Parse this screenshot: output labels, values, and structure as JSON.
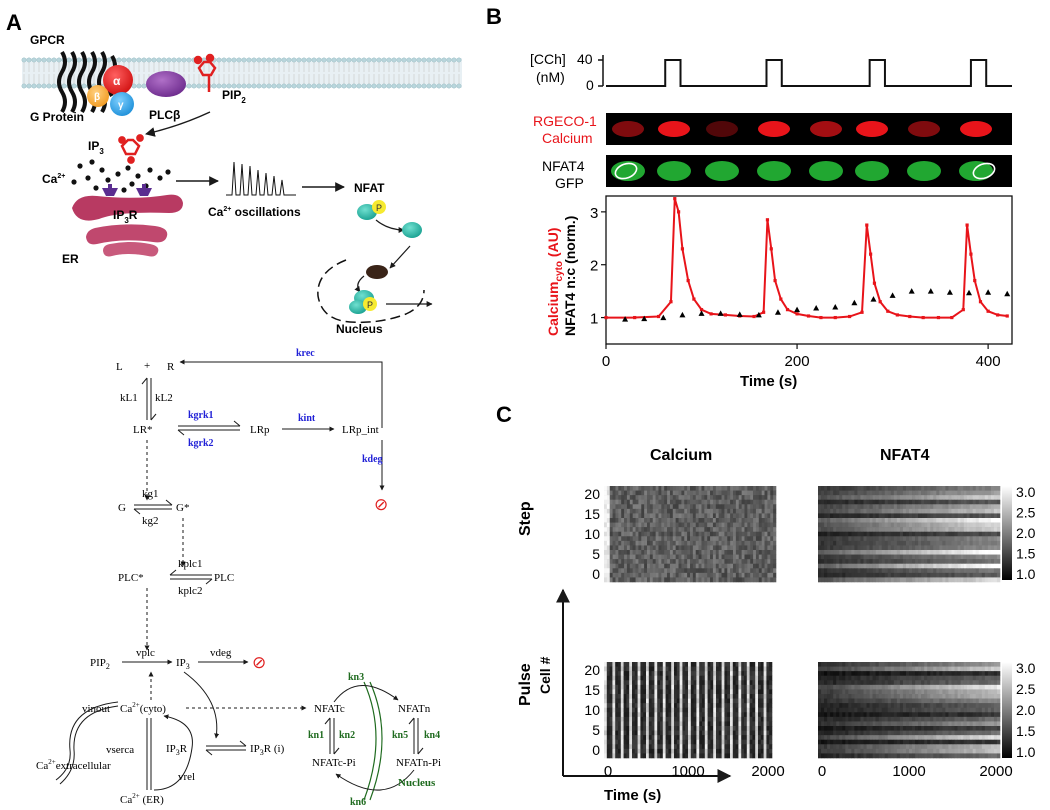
{
  "panels": {
    "a": "A",
    "b": "B",
    "c": "C"
  },
  "cartoon": {
    "gpcr": "GPCR",
    "alpha": "α",
    "beta": "β",
    "gamma": "γ",
    "g_protein": "G Protein",
    "plc": "PLCβ",
    "pip": "PIP",
    "pip_sub": "2",
    "ip": "IP",
    "ip_sub": "3",
    "ca": "Ca",
    "ca_sup": "2+",
    "ip3r": "IP",
    "ip3r_sub": "3",
    "ip3r_r": "R",
    "er": "ER",
    "osc": "Ca",
    "osc_sup": "2+",
    "osc_rest": " oscillations",
    "nfat": "NFAT",
    "p": "P",
    "nucleus": "Nucleus"
  },
  "network": {
    "colors": {
      "black": "#1a1a1a",
      "blue": "#1f1fd6",
      "green": "#1f6b1f",
      "red": "#e02020"
    },
    "nodes": {
      "l": "L",
      "plus": "+",
      "r": "R",
      "lr_star": "LR*",
      "lrp": "LRp",
      "lrp_int": "LRp_int",
      "g": "G",
      "g_star": "G*",
      "plc_star": "PLC*",
      "plc": "PLC",
      "pip2": "PIP",
      "pip2_sub": "2",
      "ip3": "IP",
      "ip3_sub": "3",
      "ca_cyto_pre": "Ca",
      "ca_cyto_sup": "2+",
      "ca_cyto_post": "(cyto)",
      "ca_ext_pre": "Ca",
      "ca_ext_sup": "2+",
      "ca_ext_post": "extracellular",
      "ca_er_pre": "Ca",
      "ca_er_sup": "2+",
      "ca_er_post": " (ER)",
      "ip3r": "IP",
      "ip3r_sub": "3",
      "ip3r_post": "R",
      "ip3ri": "IP",
      "ip3ri_sub": "3",
      "ip3ri_post": "R (i)",
      "nfatc": "NFATc",
      "nfatn": "NFATn",
      "nfatc_pi": "NFATc-Pi",
      "nfatn_pi": "NFATn-Pi",
      "null": "⊘",
      "nucleus": "Nucleus"
    },
    "rates": {
      "krec": "krec",
      "kl1": "kL1",
      "kl2": "kL2",
      "kgrk1": "kgrk1",
      "kgrk2": "kgrk2",
      "kint": "kint",
      "kdeg": "kdeg",
      "kg1": "kg1",
      "kg2": "kg2",
      "kplc1": "kplc1",
      "kplc2": "kplc2",
      "vplc": "vplc",
      "vdeg": "vdeg",
      "vinout": "vinout",
      "vserca": "vserca",
      "vrel": "vrel",
      "kn1": "kn1",
      "kn2": "kn2",
      "kn3": "kn3",
      "kn4": "kn4",
      "kn5": "kn5",
      "kn6": "kn6"
    }
  },
  "panel_b": {
    "cch_label": "[CCh]",
    "cch_unit": "(nM)",
    "cch_ticks": [
      "40",
      "0"
    ],
    "rgeco_label": "RGECO-1",
    "rgeco_label2": "Calcium",
    "nfat_label": "NFAT4",
    "nfat_label2": "GFP",
    "ylabel_red_pre": "Calcium",
    "ylabel_red_sub": "cyto",
    "ylabel_red_post": " (AU)",
    "ylabel_black": "NFAT4 n:c (norm.)",
    "xlabel": "Time (s)"
  },
  "panel_c": {
    "col_calcium": "Calcium",
    "col_nfat": "NFAT4",
    "row_step": "Step",
    "row_pulse": "Pulse",
    "cell_axis": "Cell #",
    "time_axis": "Time (s)",
    "y_ticks": [
      "20",
      "15",
      "10",
      "5",
      "0"
    ],
    "x_ticks": [
      "0",
      "1000",
      "2000"
    ],
    "colorbar_ticks": [
      "3.0",
      "2.5",
      "2.0",
      "1.5",
      "1.0"
    ]
  },
  "chart_data": [
    {
      "type": "line",
      "xlabel": "Time (s)",
      "xlim": [
        0,
        425
      ],
      "x_ticks": [
        0,
        200,
        400
      ],
      "ylim": [
        0.5,
        3.3
      ],
      "y_ticks": [
        1,
        2,
        3
      ],
      "pulses": [
        [
          62,
          78
        ],
        [
          168,
          184
        ],
        [
          276,
          292
        ],
        [
          382,
          398
        ]
      ],
      "pulse_level": 40,
      "series": [
        {
          "name": "Calcium cyto (AU)",
          "color": "#e8141a",
          "x": [
            0,
            30,
            55,
            68,
            72,
            76,
            80,
            86,
            92,
            100,
            110,
            125,
            140,
            155,
            165,
            169,
            173,
            177,
            183,
            190,
            200,
            212,
            225,
            240,
            255,
            268,
            273,
            277,
            281,
            287,
            295,
            305,
            318,
            332,
            348,
            362,
            374,
            378,
            382,
            386,
            392,
            400,
            410,
            420
          ],
          "y": [
            1.0,
            1.0,
            1.02,
            1.3,
            3.25,
            3.0,
            2.3,
            1.7,
            1.35,
            1.15,
            1.07,
            1.05,
            1.03,
            1.02,
            1.1,
            2.85,
            2.3,
            1.7,
            1.35,
            1.15,
            1.07,
            1.03,
            1.0,
            1.0,
            1.02,
            1.1,
            2.75,
            2.2,
            1.65,
            1.3,
            1.12,
            1.05,
            1.02,
            1.0,
            1.0,
            1.0,
            1.15,
            2.75,
            2.2,
            1.7,
            1.3,
            1.12,
            1.05,
            1.03
          ]
        },
        {
          "name": "NFAT4 n:c (norm.)",
          "color": "#000000",
          "x": [
            20,
            40,
            60,
            80,
            100,
            120,
            140,
            160,
            180,
            200,
            220,
            240,
            260,
            280,
            300,
            320,
            340,
            360,
            380,
            400,
            420
          ],
          "y": [
            0.97,
            0.98,
            1.0,
            1.05,
            1.08,
            1.08,
            1.06,
            1.05,
            1.1,
            1.15,
            1.18,
            1.2,
            1.28,
            1.35,
            1.42,
            1.5,
            1.5,
            1.48,
            1.47,
            1.48,
            1.45
          ]
        }
      ]
    }
  ]
}
